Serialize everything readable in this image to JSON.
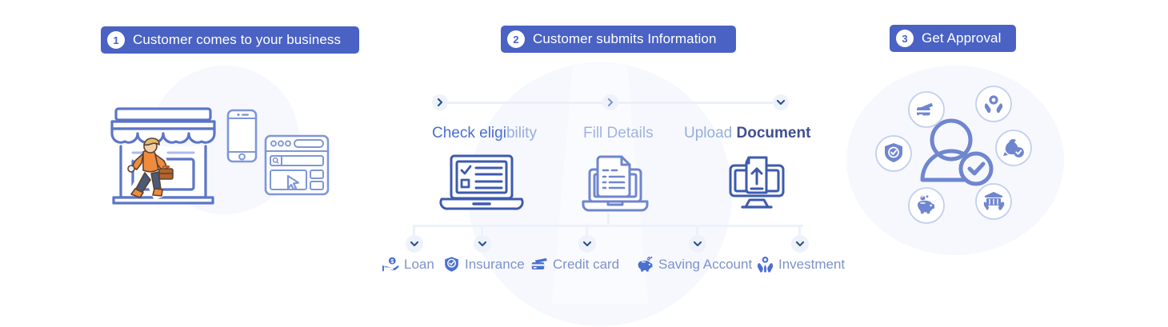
{
  "theme": {
    "brand_blue": "#4a62c4",
    "line_blue": "#5b75c7",
    "pale_blue": "#eef2fb",
    "rail_grey": "#eaeff9",
    "halo_bg": "#f6f8fe",
    "caption_blue": "#4a6fd0",
    "caption_muted": "#9fb4e2",
    "label_grey": "#7d93c9",
    "accent_orange": "#f08b3c",
    "chevron_navy": "#26538d"
  },
  "steps": [
    {
      "number": "1",
      "label": "Customer comes to your business"
    },
    {
      "number": "2",
      "label": "Customer submits Information"
    },
    {
      "number": "3",
      "label": "Get Approval"
    }
  ],
  "middle": {
    "rail_nodes": [
      {
        "icon": "chevron-right-icon"
      },
      {
        "icon": "chevron-right-icon"
      },
      {
        "icon": "chevron-down-icon"
      }
    ],
    "captions": [
      {
        "text_soft": "Check eligi",
        "text_strong": "bility",
        "full": "Check eligibility"
      },
      {
        "text_soft": "",
        "text_strong": "Fill Details",
        "full": "Fill Details"
      },
      {
        "text_soft": "Upload ",
        "text_strong": "Document",
        "full": "Upload Document"
      }
    ],
    "illustrations": [
      {
        "name": "laptop-checklist-icon"
      },
      {
        "name": "laptop-document-icon"
      },
      {
        "name": "monitor-upload-icon"
      }
    ],
    "categories": [
      {
        "label": "Loan",
        "icon": "hand-coin-icon"
      },
      {
        "label": "Insurance",
        "icon": "shield-check-icon"
      },
      {
        "label": "Credit card",
        "icon": "credit-cards-icon"
      },
      {
        "label": "Saving Account",
        "icon": "piggy-bank-icon"
      },
      {
        "label": "Investment",
        "icon": "hands-coin-icon"
      }
    ]
  },
  "left_panel": {
    "illustrations": [
      {
        "name": "storefront-icon"
      },
      {
        "name": "running-businessman-icon"
      },
      {
        "name": "smartphone-icon"
      },
      {
        "name": "browser-window-icon"
      }
    ]
  },
  "right_panel": {
    "center": {
      "name": "approved-user-icon"
    },
    "orbit_icons": [
      {
        "name": "credit-cards-icon",
        "position": "top-left"
      },
      {
        "name": "hands-coin-icon",
        "position": "top-right"
      },
      {
        "name": "shield-check-icon",
        "position": "left"
      },
      {
        "name": "money-bag-check-icon",
        "position": "right"
      },
      {
        "name": "piggy-bank-icon",
        "position": "bottom-left"
      },
      {
        "name": "hands-bank-icon",
        "position": "bottom-right"
      }
    ]
  }
}
